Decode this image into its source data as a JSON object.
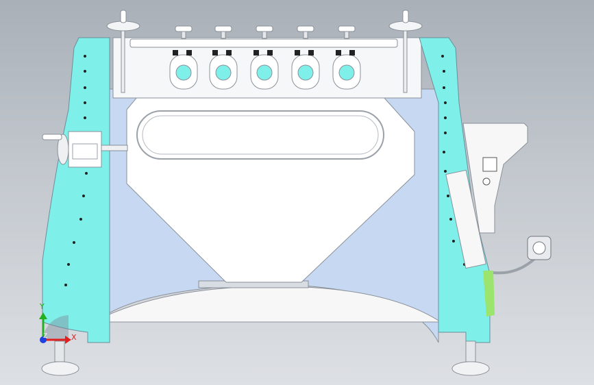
{
  "viewport": {
    "background": "#c3c8ce",
    "colors": {
      "side_panel": "#7fefe9",
      "back_plate": "#c7d9f2",
      "metal": "#ffffff",
      "edge": "#8a9098",
      "accent_green": "#9be56e"
    }
  },
  "model": {
    "top_rollers_count": 5,
    "icons": [
      "handwheel-icon",
      "roller-icon",
      "motor-icon",
      "foot-icon",
      "cable-connector-icon"
    ]
  },
  "triad": {
    "x_label": "X",
    "y_label": "Y",
    "z_label": "Z",
    "x_color": "#e02020",
    "y_color": "#22b022",
    "z_color": "#2040e0"
  }
}
